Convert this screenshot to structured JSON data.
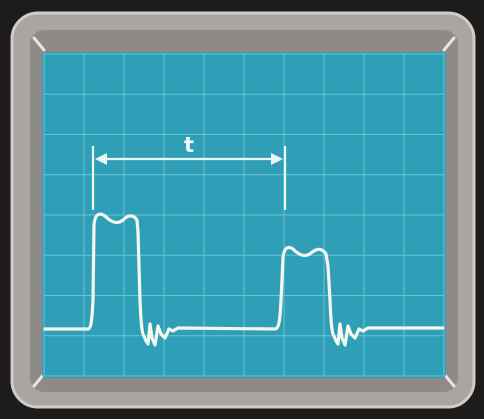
{
  "screen": {
    "period_label": "t",
    "grid_divisions": {
      "horizontal": 10,
      "vertical": 8
    },
    "trace": "pulse-train",
    "pulse_count": 2
  },
  "colors": {
    "background": "#1e1c1b",
    "bezel": "#a9a5a2",
    "bezel_inner": "#8e8a87",
    "screen": "#2f9fb8",
    "grid": "#7fd0df",
    "trace": "#f4f7ee",
    "marker": "#eef6f4"
  }
}
